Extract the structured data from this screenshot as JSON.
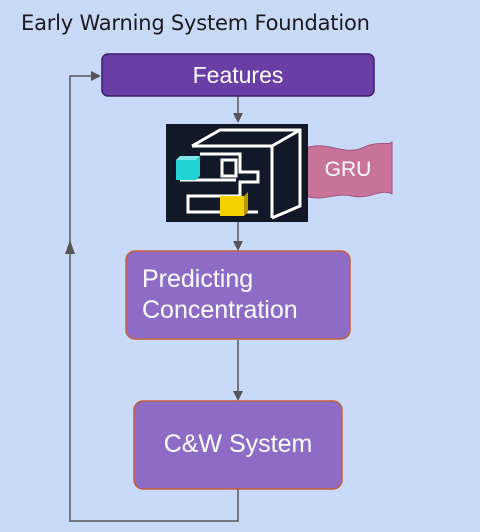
{
  "title": "Early Warning System Foundation",
  "nodes": {
    "features": {
      "label": "Features",
      "color": "#6a3fa5"
    },
    "model_badge": {
      "label": "GRU",
      "color": "#c7739a"
    },
    "predicting": {
      "label_lines": [
        "Predicting",
        "Concentration"
      ],
      "color": "#8e6cc5"
    },
    "cw_system": {
      "label": "C&W System",
      "color": "#8e6cc5"
    }
  },
  "edges": [
    {
      "from": "features",
      "to": "model_icon"
    },
    {
      "from": "model_icon",
      "to": "predicting"
    },
    {
      "from": "predicting",
      "to": "cw_system"
    },
    {
      "from": "cw_system",
      "to": "features",
      "type": "feedback-loop"
    }
  ],
  "colors": {
    "background": "#c9daf8",
    "box_border": "#c5603a",
    "arrow": "#555555",
    "icon_bg": "#111827",
    "icon_accent_cyan": "#22d3d3",
    "icon_accent_yellow": "#f5d000"
  }
}
